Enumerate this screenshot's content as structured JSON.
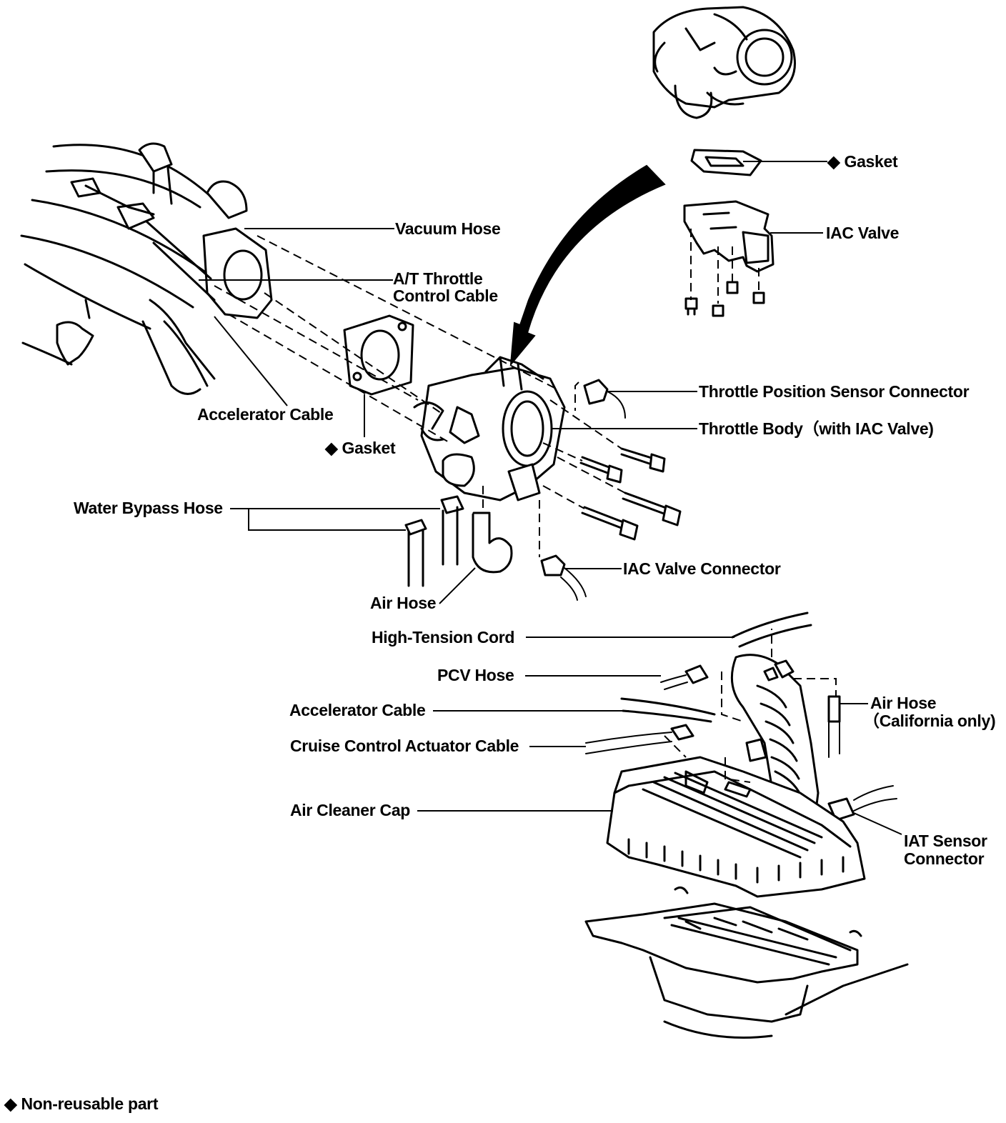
{
  "labels": {
    "gasket_top": "◆ Gasket",
    "iac_valve": "IAC Valve",
    "vacuum_hose": "Vacuum Hose",
    "at_throttle_1": "A/T Throttle",
    "at_throttle_2": "Control Cable",
    "tps_connector": "Throttle Position Sensor Connector",
    "throttle_body": "Throttle Body（with IAC Valve)",
    "accelerator_cable_top": "Accelerator Cable",
    "gasket_mid": "◆ Gasket",
    "water_bypass_hose": "Water Bypass Hose",
    "iac_valve_connector": "IAC Valve Connector",
    "air_hose_mid": "Air Hose",
    "high_tension_cord": "High-Tension Cord",
    "pcv_hose": "PCV Hose",
    "air_hose_ca_1": "Air Hose",
    "air_hose_ca_2": "（California only)",
    "accelerator_cable_bottom": "Accelerator Cable",
    "cruise_control_cable": "Cruise Control Actuator Cable",
    "air_cleaner_cap": "Air Cleaner Cap",
    "iat_sensor_1": "IAT Sensor",
    "iat_sensor_2": "Connector"
  },
  "legend": {
    "text": "◆ Non-reusable part"
  }
}
